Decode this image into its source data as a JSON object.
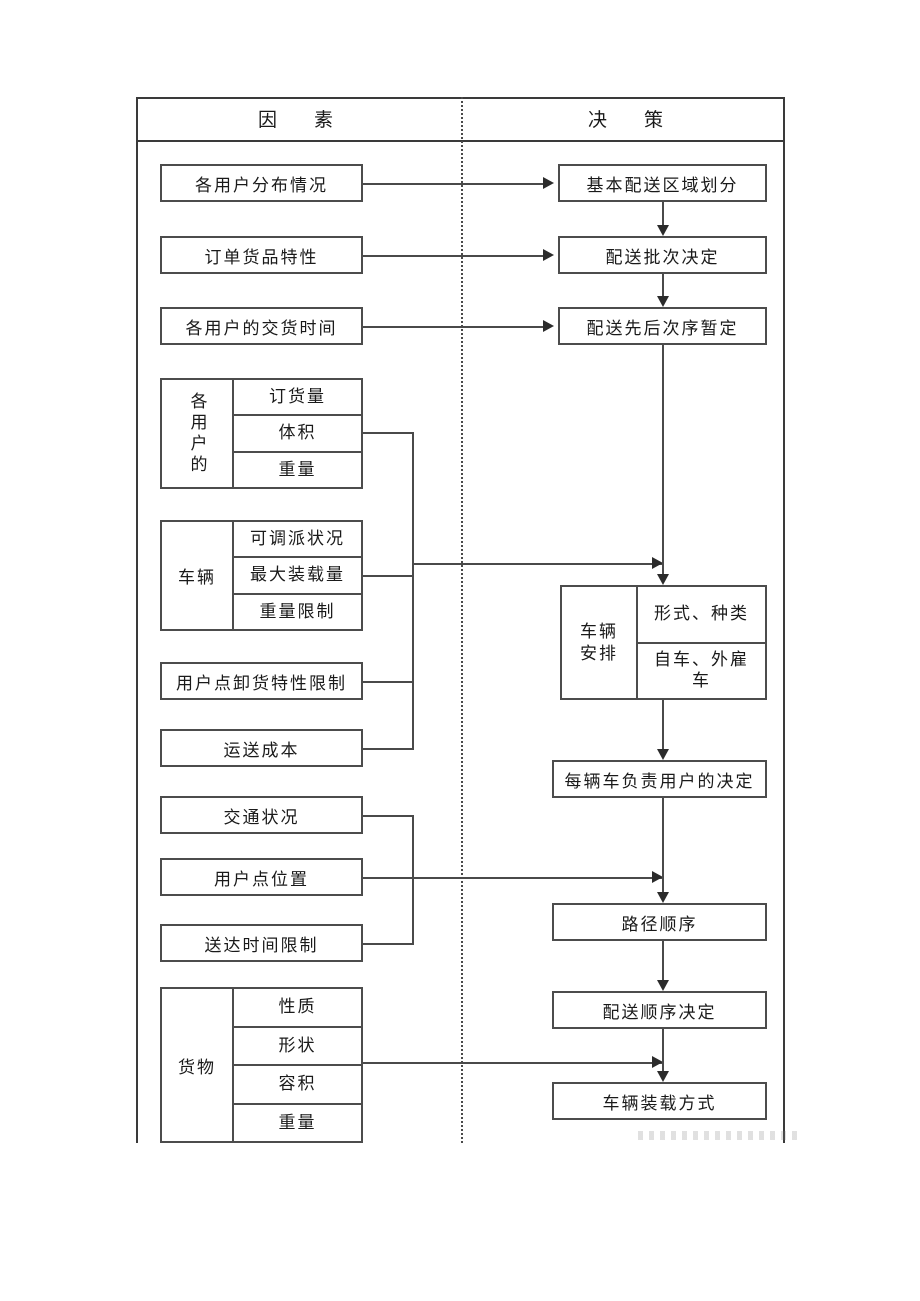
{
  "diagram": {
    "title_left": "因　素",
    "title_right": "决　策",
    "columns": {
      "left_header": "因　素",
      "right_header": "决　策"
    },
    "factors": {
      "simple_nodes": [
        {
          "id": "f1",
          "label": "各用户分布情况"
        },
        {
          "id": "f2",
          "label": "订单货品特性"
        },
        {
          "id": "f3",
          "label": "各用户的交货时间"
        },
        {
          "id": "f4",
          "label": "用户点卸货特性限制"
        },
        {
          "id": "f5",
          "label": "运送成本"
        },
        {
          "id": "f6",
          "label": "交通状况"
        },
        {
          "id": "f7",
          "label": "用户点位置"
        },
        {
          "id": "f8",
          "label": "送达时间限制"
        }
      ],
      "groups": [
        {
          "id": "g1",
          "label": "各用户的",
          "rows": [
            "订货量",
            "体积",
            "重量"
          ]
        },
        {
          "id": "g2",
          "label": "车辆",
          "rows": [
            "可调派状况",
            "最大装载量",
            "重量限制"
          ]
        },
        {
          "id": "g3",
          "label": "货物",
          "rows": [
            "性质",
            "形状",
            "容积",
            "重量"
          ]
        }
      ]
    },
    "decisions": {
      "simple_nodes": [
        {
          "id": "d1",
          "label": "基本配送区域划分"
        },
        {
          "id": "d2",
          "label": "配送批次决定"
        },
        {
          "id": "d3",
          "label": "配送先后次序暂定"
        },
        {
          "id": "d5",
          "label": "每辆车负责用户的决定"
        },
        {
          "id": "d6",
          "label": "路径顺序"
        },
        {
          "id": "d7",
          "label": "配送顺序决定"
        },
        {
          "id": "d8",
          "label": "车辆装载方式"
        }
      ],
      "groups": [
        {
          "id": "d4",
          "label": "车辆\n安排",
          "rows": [
            "形式、种类",
            "自车、外雇\n车"
          ]
        }
      ]
    },
    "colors": {
      "line": "#4a4a4a",
      "box_border": "#4c4c4c",
      "text": "#1a1a1a",
      "background": "#ffffff"
    }
  }
}
